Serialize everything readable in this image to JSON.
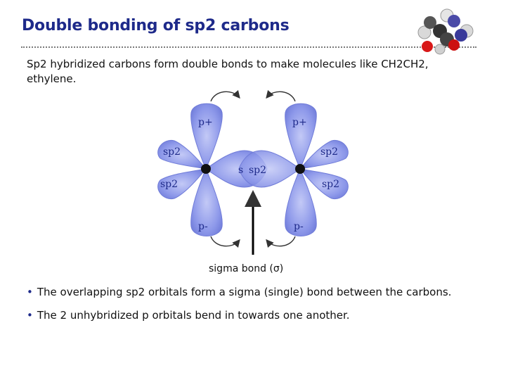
{
  "slide": {
    "title": "Double bonding of sp2 carbons",
    "intro": "Sp2 hybridized carbons form double bonds to make molecules like CH2CH2, ethylene."
  },
  "diagram": {
    "left_p_top": "p+",
    "right_p_top": "p+",
    "left_p_bottom": "p-",
    "right_p_bottom": "p-",
    "left_upper_sp2": "sp2",
    "left_lower_sp2": "sp2",
    "right_upper_sp2": "sp2",
    "right_lower_sp2": "sp2",
    "overlap_left_label": "s",
    "overlap_right_label": "sp2",
    "sigma_label": "sigma bond (σ)"
  },
  "bullets": [
    "The overlapping sp2 orbitals form a sigma (single) bond between the carbons.",
    "The 2 unhybridized p orbitals bend in towards one another."
  ],
  "colors": {
    "title": "#1e2a8a",
    "orbital": "#8a96ea",
    "orbital_dark": "#6f7bd8",
    "bullet": "#1e2a8a"
  }
}
